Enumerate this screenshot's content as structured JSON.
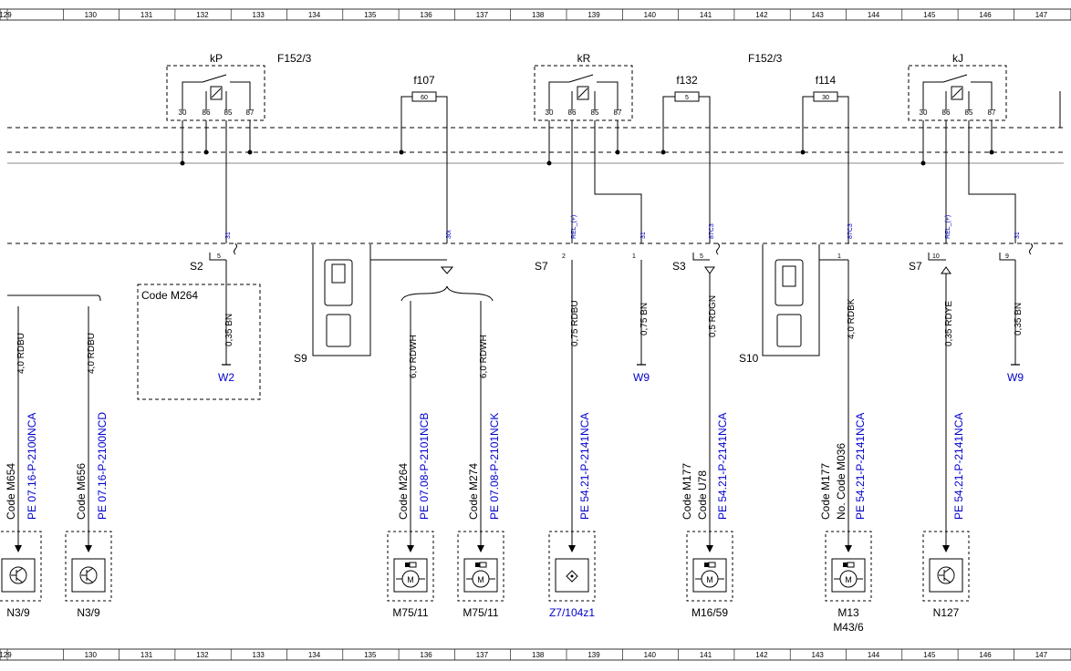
{
  "ruler": {
    "columns": [
      "129",
      "130",
      "131",
      "132",
      "133",
      "134",
      "135",
      "136",
      "137",
      "138",
      "139",
      "140",
      "141",
      "142",
      "143",
      "144",
      "145",
      "146",
      "147"
    ]
  },
  "relays": {
    "kp": {
      "name": "kP",
      "pins": [
        "30",
        "86",
        "85",
        "87"
      ]
    },
    "kr": {
      "name": "kR",
      "pins": [
        "30",
        "86",
        "85",
        "87"
      ]
    },
    "kj": {
      "name": "kJ",
      "pins": [
        "30",
        "86",
        "85",
        "87"
      ]
    }
  },
  "fuse_box_labels": [
    "F152/3",
    "F152/3"
  ],
  "fuses": {
    "f107": {
      "name": "f107",
      "rating": "60"
    },
    "f132": {
      "name": "f132",
      "rating": "5"
    },
    "f114": {
      "name": "f114",
      "rating": "30"
    }
  },
  "connectors": [
    {
      "name": "S2",
      "pin": "5",
      "signal": "31"
    },
    {
      "name": "S7",
      "pin": "2",
      "signal": "REL_(+)"
    },
    {
      "name": "S7",
      "pin": "1",
      "signal": "31"
    },
    {
      "name": "S3",
      "pin": "5",
      "signal": "87C3"
    },
    {
      "name": "S7",
      "pin": "10",
      "signal": "REL_(+)"
    },
    {
      "name": "S7",
      "pin": "9",
      "signal": "31"
    }
  ],
  "signals_top": {
    "s9_signal": "30t",
    "s10_pin": "1",
    "s10_signal": "87C3"
  },
  "switches": {
    "s9": "S9",
    "s10": "S10"
  },
  "code_box": "Code M264",
  "wires": [
    {
      "spec": "4,0 RDBU"
    },
    {
      "spec": "4,0 RDBU"
    },
    {
      "spec": "0,35 BN"
    },
    {
      "spec": "6,0 RDWH"
    },
    {
      "spec": "6,0 RDWH"
    },
    {
      "spec": "0,75 RDBU"
    },
    {
      "spec": "0,75 BN"
    },
    {
      "spec": "0,5 RDGN"
    },
    {
      "spec": "4,0 RDBK"
    },
    {
      "spec": "0,35 RDYE"
    },
    {
      "spec": "0,35 BN"
    }
  ],
  "ground_refs": {
    "w2": "W2",
    "w9a": "W9",
    "w9b": "W9"
  },
  "branches": [
    {
      "code": "Code M654",
      "ref": "PE 07.16-P-2100NCA",
      "component": "N3/9"
    },
    {
      "code": "Code M656",
      "ref": "PE 07.16-P-2100NCD",
      "component": "N3/9"
    },
    {
      "code": "Code M264",
      "ref": "PE 07.08-P-2101NCB",
      "component": "M75/11"
    },
    {
      "code": "Code M274",
      "ref": "PE 07.08-P-2101NCK",
      "component": "M75/11"
    },
    {
      "code": "",
      "ref": "PE 54.21-P-2141NCA",
      "component": "Z7/104z1"
    },
    {
      "code": "Code M177",
      "code2": "Code U78",
      "ref": "PE 54.21-P-2141NCA",
      "component": "M16/59"
    },
    {
      "code": "Code M177",
      "code2": "No. Code M036",
      "ref": "PE 54.21-P-2141NCA",
      "component": "M13",
      "component2": "M43/6"
    },
    {
      "code": "",
      "ref": "PE 54.21-P-2141NCA",
      "component": "N127"
    }
  ]
}
